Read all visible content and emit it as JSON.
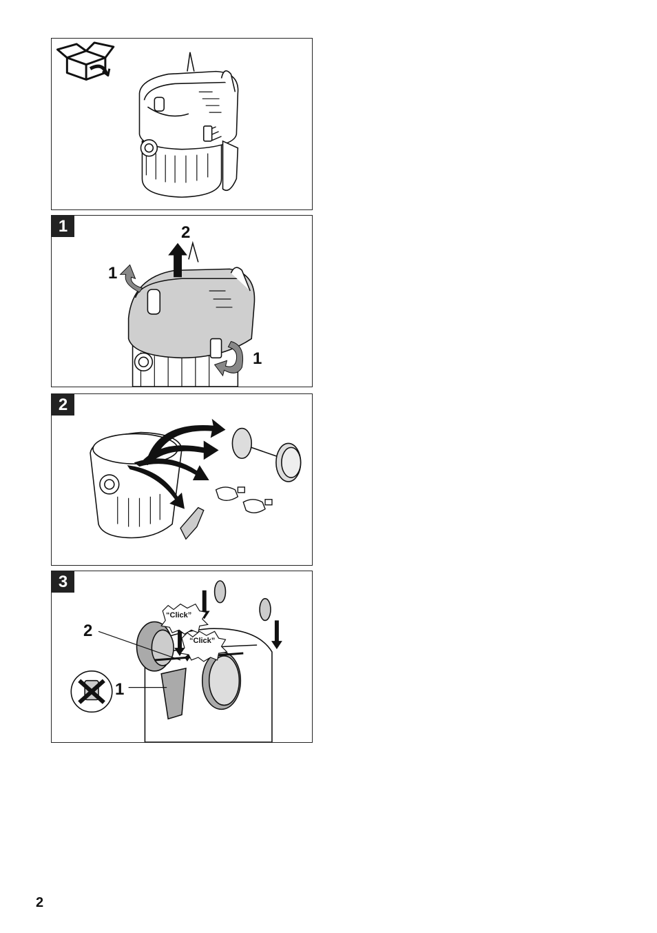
{
  "page_number": "2",
  "panels": [
    {
      "id": "unpack",
      "step": ""
    },
    {
      "id": "step-1",
      "step": "1",
      "callouts": [
        "2",
        "1",
        "1"
      ]
    },
    {
      "id": "step-2",
      "step": "2"
    },
    {
      "id": "step-3",
      "step": "3",
      "callouts": [
        "2",
        "1"
      ],
      "click_labels": [
        "“Click”",
        "“Click”"
      ]
    }
  ],
  "icons": {
    "unpack": "open-box-icon",
    "prohibited": "no-screw-icon"
  }
}
